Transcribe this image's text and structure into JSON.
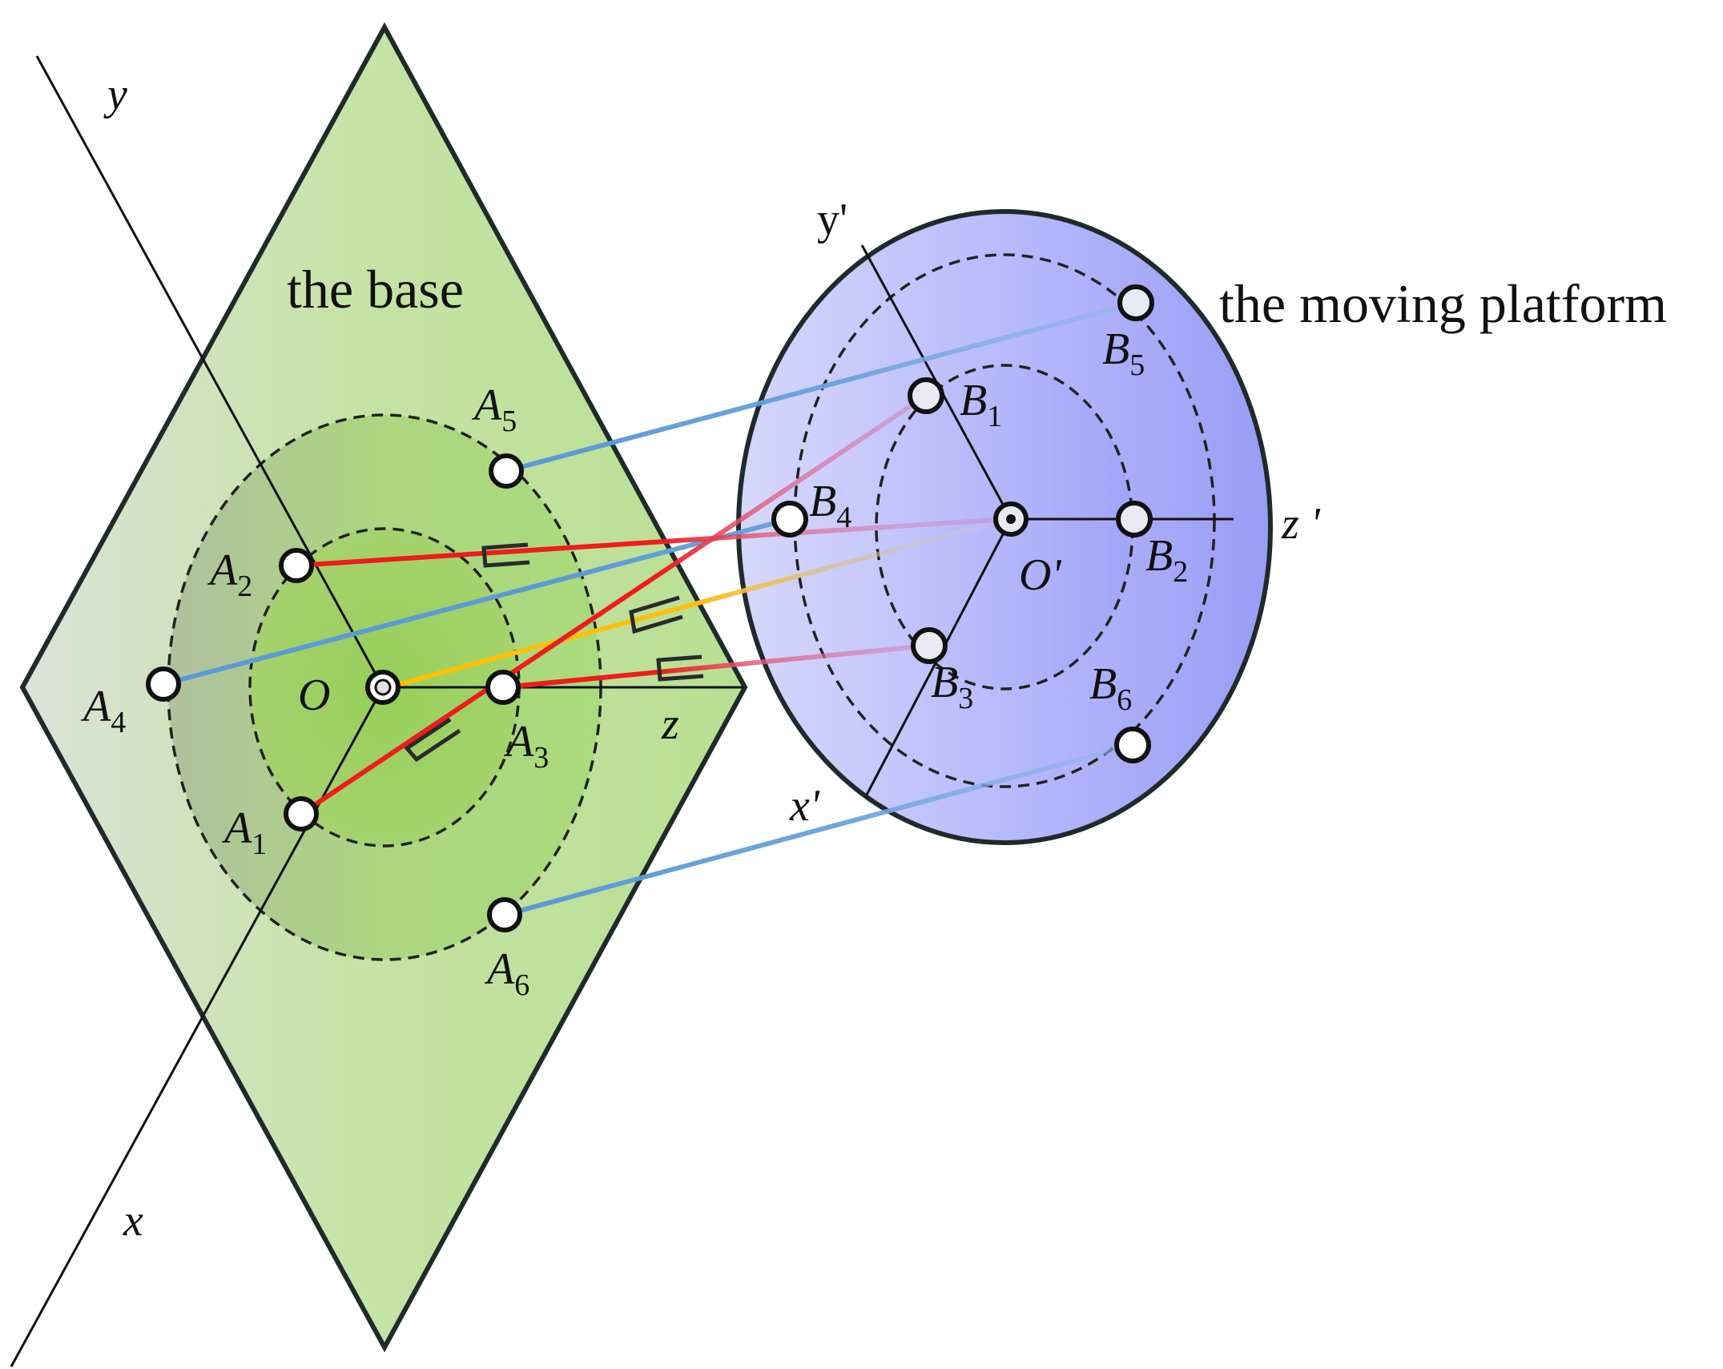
{
  "base": {
    "caption": "the base",
    "origin_label": "O",
    "axes": {
      "x": "x",
      "y": "y",
      "z": "z"
    },
    "joints": [
      {
        "letter": "A",
        "sub": "1"
      },
      {
        "letter": "A",
        "sub": "2"
      },
      {
        "letter": "A",
        "sub": "3"
      },
      {
        "letter": "A",
        "sub": "4"
      },
      {
        "letter": "A",
        "sub": "5"
      },
      {
        "letter": "A",
        "sub": "6"
      }
    ],
    "fill_color": "#a8d87a"
  },
  "platform": {
    "caption": "the moving platform",
    "origin_label": "O'",
    "axes": {
      "x": "x'",
      "y": "y'",
      "z": "z '"
    },
    "joints": [
      {
        "letter": "B",
        "sub": "1"
      },
      {
        "letter": "B",
        "sub": "2"
      },
      {
        "letter": "B",
        "sub": "3"
      },
      {
        "letter": "B",
        "sub": "4"
      },
      {
        "letter": "B",
        "sub": "5"
      },
      {
        "letter": "B",
        "sub": "6"
      }
    ],
    "fill_color": "#a6a8f8"
  },
  "legs": [
    {
      "from": "A1",
      "to": "B1",
      "color": "#ee1c1c"
    },
    {
      "from": "A2",
      "to": "B2",
      "color": "#ee1c1c"
    },
    {
      "from": "A3",
      "to": "B3",
      "color": "#ee1c1c"
    },
    {
      "from": "A4",
      "to": "B4",
      "color": "#5b9bd5"
    },
    {
      "from": "A5",
      "to": "B5",
      "color": "#5b9bd5"
    },
    {
      "from": "A6",
      "to": "B6",
      "color": "#5b9bd5"
    },
    {
      "from": "O",
      "to": "O'",
      "color": "#ffc000"
    }
  ]
}
